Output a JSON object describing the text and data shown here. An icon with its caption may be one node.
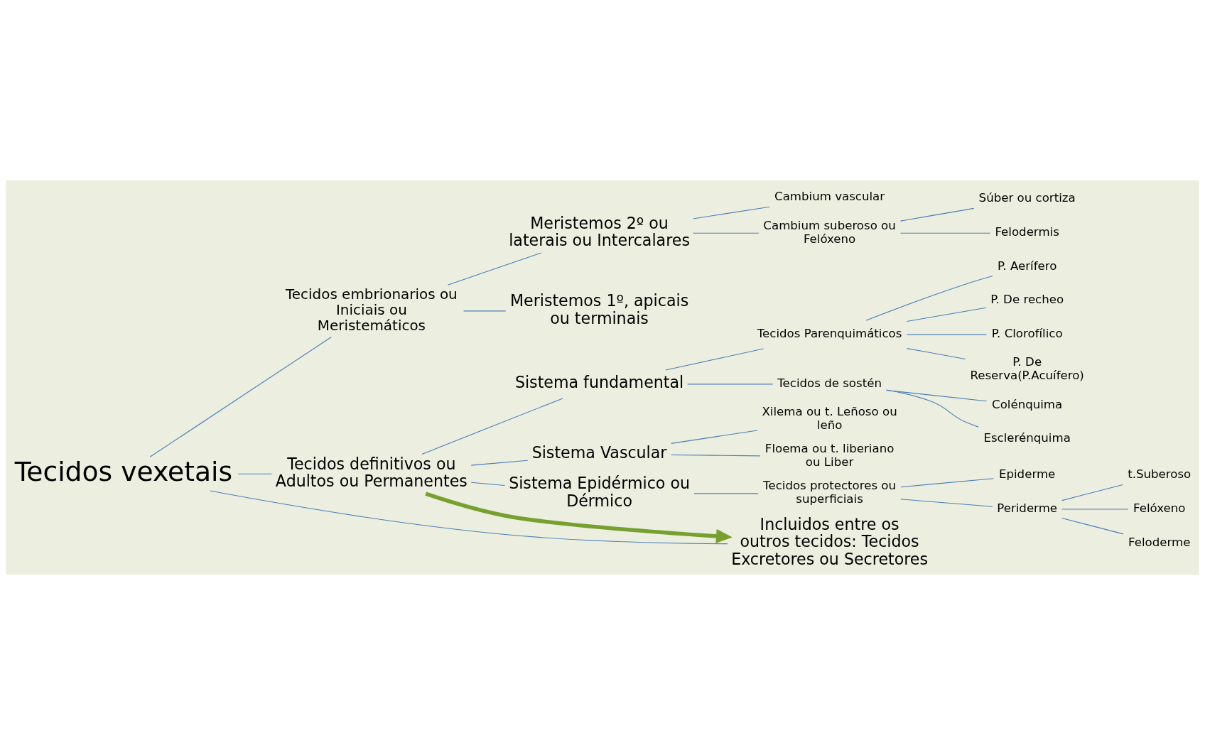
{
  "diagram": {
    "nodes": [
      {
        "text": [
          "Tecidos vexetais"
        ]
      },
      {
        "text": [
          "Tecidos embrionarios ou Iniciais ou Meristemáticos"
        ]
      },
      {
        "text": [
          "Tecidos definitivos ou Adultos ou Permanentes"
        ]
      },
      {
        "text": [
          "Incluidos entre os outros tecidos: Tecidos Excretores ou Secretores"
        ]
      },
      {
        "text": [
          "Meristemos 1º, apicais ou terminais"
        ]
      },
      {
        "text": [
          "Meristemos 2º ou laterais ou Intercalares"
        ]
      },
      {
        "text": [
          "Cambium vascular"
        ]
      },
      {
        "text": [
          "Cambium suberoso ou Felóxeno"
        ]
      },
      {
        "text": [
          "Súber ou cortiza"
        ]
      },
      {
        "text": [
          "Felodermis"
        ]
      },
      {
        "text": [
          "Sistema fundamental"
        ]
      },
      {
        "text": [
          "Tecidos Parenquimáticos"
        ]
      },
      {
        "text": [
          "P. Clorofílico"
        ]
      },
      {
        "text": [
          "P. De Reserva(P.Acuífero)"
        ]
      },
      {
        "text": [
          "P. Aerífero"
        ]
      },
      {
        "text": [
          "P. De recheo"
        ]
      },
      {
        "text": [
          "Tecidos de sostén"
        ]
      },
      {
        "text": [
          "Colénquima"
        ]
      },
      {
        "text": [
          "Esclerénquima"
        ]
      },
      {
        "text": [
          "Sistema Vascular"
        ]
      },
      {
        "text": [
          "Xilema ou t. Leñoso ou leño"
        ]
      },
      {
        "text": [
          "Floema ou t. liberiano ou Liber"
        ]
      },
      {
        "text": [
          "Sistema Epidérmico ou Dérmico"
        ]
      },
      {
        "text": [
          "Tecidos protectores ou superficiais"
        ]
      },
      {
        "text": [
          "Epiderme"
        ]
      },
      {
        "text": [
          "Periderme"
        ]
      },
      {
        "text": [
          "t.Suberoso"
        ]
      },
      {
        "text": [
          "Felóxeno"
        ]
      },
      {
        "text": [
          "Feloderme"
        ]
      }
    ],
    "edges": [
      {
        "from": 0,
        "to": 1,
        "arrow": "none"
      },
      {
        "from": 0,
        "to": 2,
        "arrow": "none"
      },
      {
        "from": 0,
        "to": 3,
        "arrow": "none"
      },
      {
        "from": 1,
        "to": 4,
        "arrow": "none"
      },
      {
        "from": 1,
        "to": 5,
        "arrow": "none"
      },
      {
        "from": 5,
        "to": 6,
        "arrow": "none"
      },
      {
        "from": 5,
        "to": 7,
        "arrow": "none"
      },
      {
        "from": 7,
        "to": 8,
        "arrow": "none"
      },
      {
        "from": 7,
        "to": 9,
        "arrow": "none"
      },
      {
        "from": 2,
        "to": 10,
        "arrow": "none"
      },
      {
        "from": 2,
        "to": 19,
        "arrow": "none"
      },
      {
        "from": 2,
        "to": 22,
        "arrow": "none"
      },
      {
        "from": 10,
        "to": 11,
        "arrow": "none"
      },
      {
        "from": 10,
        "to": 16,
        "arrow": "none"
      },
      {
        "from": 11,
        "to": 12,
        "arrow": "none"
      },
      {
        "from": 11,
        "to": 13,
        "arrow": "none"
      },
      {
        "from": 11,
        "to": 14,
        "arrow": "none"
      },
      {
        "from": 11,
        "to": 15,
        "arrow": "none"
      },
      {
        "from": 16,
        "to": 17,
        "arrow": "none"
      },
      {
        "from": 16,
        "to": 18,
        "arrow": "none"
      },
      {
        "from": 19,
        "to": 20,
        "arrow": "none"
      },
      {
        "from": 19,
        "to": 21,
        "arrow": "none"
      },
      {
        "from": 22,
        "to": 23,
        "arrow": "none"
      },
      {
        "from": 23,
        "to": 24,
        "arrow": "none"
      },
      {
        "from": 23,
        "to": 25,
        "arrow": "none"
      },
      {
        "from": 25,
        "to": 26,
        "arrow": "none"
      },
      {
        "from": 25,
        "to": 27,
        "arrow": "none"
      },
      {
        "from": 25,
        "to": 28,
        "arrow": "none"
      },
      {
        "from": 2,
        "to": 3,
        "arrow": "to",
        "style": "thick",
        "color": "#77a02e"
      }
    ]
  }
}
